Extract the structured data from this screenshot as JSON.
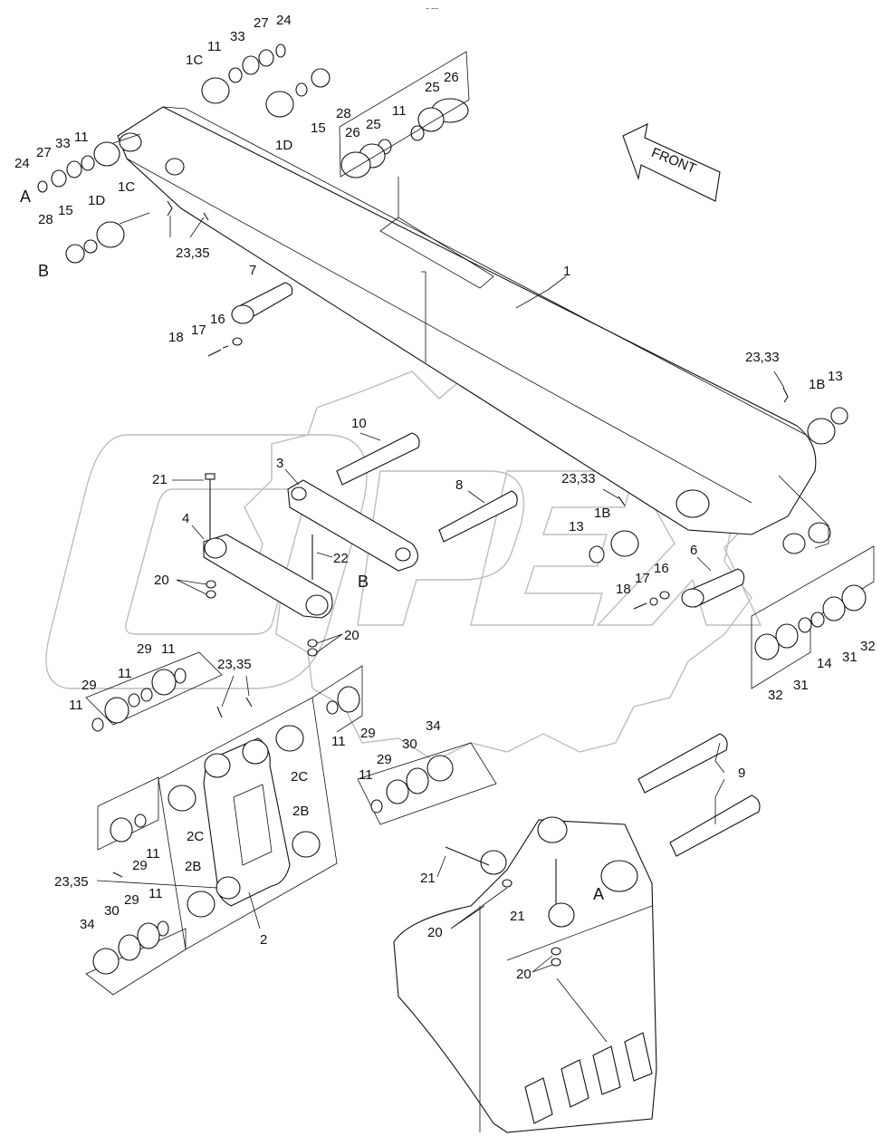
{
  "diagram": {
    "top_mark": "~ ~~",
    "front_label": "FRONT",
    "callouts": [
      {
        "id": "c1",
        "text": "1"
      },
      {
        "id": "c1b_top",
        "text": "1B"
      },
      {
        "id": "c1b_mid",
        "text": "1B"
      },
      {
        "id": "c1c_top",
        "text": "1C"
      },
      {
        "id": "c1c_left",
        "text": "1C"
      },
      {
        "id": "c1d_top",
        "text": "1D"
      },
      {
        "id": "c1d_left",
        "text": "1D"
      },
      {
        "id": "c2",
        "text": "2"
      },
      {
        "id": "c2b_right",
        "text": "2B"
      },
      {
        "id": "c2b_left",
        "text": "2B"
      },
      {
        "id": "c2c_right",
        "text": "2C"
      },
      {
        "id": "c2c_left",
        "text": "2C"
      },
      {
        "id": "c3",
        "text": "3"
      },
      {
        "id": "c4",
        "text": "4"
      },
      {
        "id": "c6",
        "text": "6"
      },
      {
        "id": "c7",
        "text": "7"
      },
      {
        "id": "c8",
        "text": "8"
      },
      {
        "id": "c9",
        "text": "9"
      },
      {
        "id": "c10",
        "text": "10"
      },
      {
        "id": "c11_a",
        "text": "11"
      },
      {
        "id": "c11_b",
        "text": "11"
      },
      {
        "id": "c11_c",
        "text": "11"
      },
      {
        "id": "c11_d",
        "text": "11"
      },
      {
        "id": "c11_e",
        "text": "11"
      },
      {
        "id": "c11_f",
        "text": "11"
      },
      {
        "id": "c11_g",
        "text": "11"
      },
      {
        "id": "c11_h",
        "text": "11"
      },
      {
        "id": "c11_i",
        "text": "11"
      },
      {
        "id": "c11_j",
        "text": "11"
      },
      {
        "id": "c13_top",
        "text": "13"
      },
      {
        "id": "c13_mid",
        "text": "13"
      },
      {
        "id": "c14",
        "text": "14"
      },
      {
        "id": "c15_top",
        "text": "15"
      },
      {
        "id": "c15_left",
        "text": "15"
      },
      {
        "id": "c16_top",
        "text": "16"
      },
      {
        "id": "c16_right",
        "text": "16"
      },
      {
        "id": "c17_top",
        "text": "17"
      },
      {
        "id": "c17_right",
        "text": "17"
      },
      {
        "id": "c18_top",
        "text": "18"
      },
      {
        "id": "c18_right",
        "text": "18"
      },
      {
        "id": "c20_a",
        "text": "20"
      },
      {
        "id": "c20_b",
        "text": "20"
      },
      {
        "id": "c20_c",
        "text": "20"
      },
      {
        "id": "c20_d",
        "text": "20"
      },
      {
        "id": "c21_a",
        "text": "21"
      },
      {
        "id": "c21_b",
        "text": "21"
      },
      {
        "id": "c21_c",
        "text": "21"
      },
      {
        "id": "c22",
        "text": "22"
      },
      {
        "id": "c23_33_a",
        "text": "23,33"
      },
      {
        "id": "c23_33_b",
        "text": "23,33"
      },
      {
        "id": "c23_35_a",
        "text": "23,35"
      },
      {
        "id": "c23_35_b",
        "text": "23,35"
      },
      {
        "id": "c23_35_c",
        "text": "23,35"
      },
      {
        "id": "c24_top",
        "text": "24"
      },
      {
        "id": "c24_left",
        "text": "24"
      },
      {
        "id": "c25_a",
        "text": "25"
      },
      {
        "id": "c25_b",
        "text": "25"
      },
      {
        "id": "c26_a",
        "text": "26"
      },
      {
        "id": "c26_b",
        "text": "26"
      },
      {
        "id": "c27_top",
        "text": "27"
      },
      {
        "id": "c27_left",
        "text": "27"
      },
      {
        "id": "c28_top",
        "text": "28"
      },
      {
        "id": "c28_left",
        "text": "28"
      },
      {
        "id": "c29_a",
        "text": "29"
      },
      {
        "id": "c29_b",
        "text": "29"
      },
      {
        "id": "c29_c",
        "text": "29"
      },
      {
        "id": "c29_d",
        "text": "29"
      },
      {
        "id": "c29_e",
        "text": "29"
      },
      {
        "id": "c29_f",
        "text": "29"
      },
      {
        "id": "c30_a",
        "text": "30"
      },
      {
        "id": "c30_b",
        "text": "30"
      },
      {
        "id": "c31_a",
        "text": "31"
      },
      {
        "id": "c31_b",
        "text": "31"
      },
      {
        "id": "c32_a",
        "text": "32"
      },
      {
        "id": "c32_b",
        "text": "32"
      },
      {
        "id": "c33_top",
        "text": "33"
      },
      {
        "id": "c33_left",
        "text": "33"
      },
      {
        "id": "c34_a",
        "text": "34"
      },
      {
        "id": "c34_b",
        "text": "34"
      },
      {
        "id": "cA_left",
        "text": "A"
      },
      {
        "id": "cA_right",
        "text": "A"
      },
      {
        "id": "cB_left",
        "text": "B"
      },
      {
        "id": "cB_mid",
        "text": "B"
      }
    ]
  }
}
